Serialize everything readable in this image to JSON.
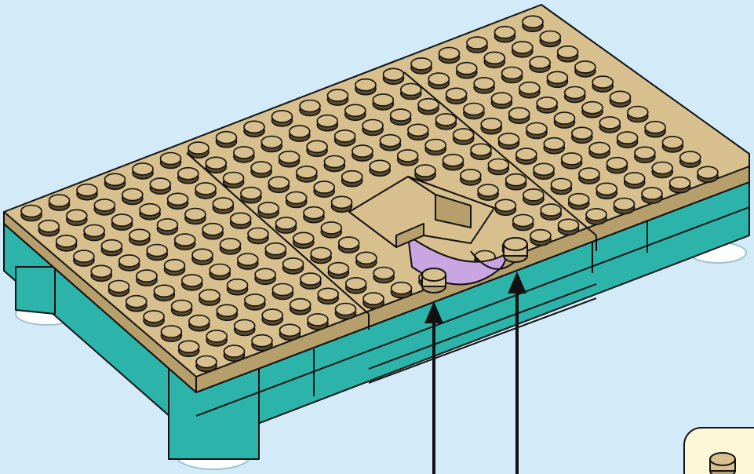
{
  "scene": {
    "subject": "lego-build-step",
    "colors": {
      "background": "#d3eaf8",
      "plate_tan": "#d8c08e",
      "plate_tan_dark": "#b79f6c",
      "stud_dark": "#5a4a2c",
      "base_teal": "#2cb3aa",
      "base_teal_dark": "#1e8d86",
      "feet_white": "#ffffff",
      "cutout_purple": "#c9a5e2",
      "callout_bg": "#fdf7d7",
      "outline": "#111111"
    },
    "icons": {
      "plate": "tan-plate-icon",
      "base": "teal-base-icon",
      "arrow": "arrow-up-icon",
      "stud_piece": "round-stud-piece-icon",
      "callout": "parts-callout-icon"
    },
    "arrows_count": 2,
    "studs_highlighted": 2
  }
}
